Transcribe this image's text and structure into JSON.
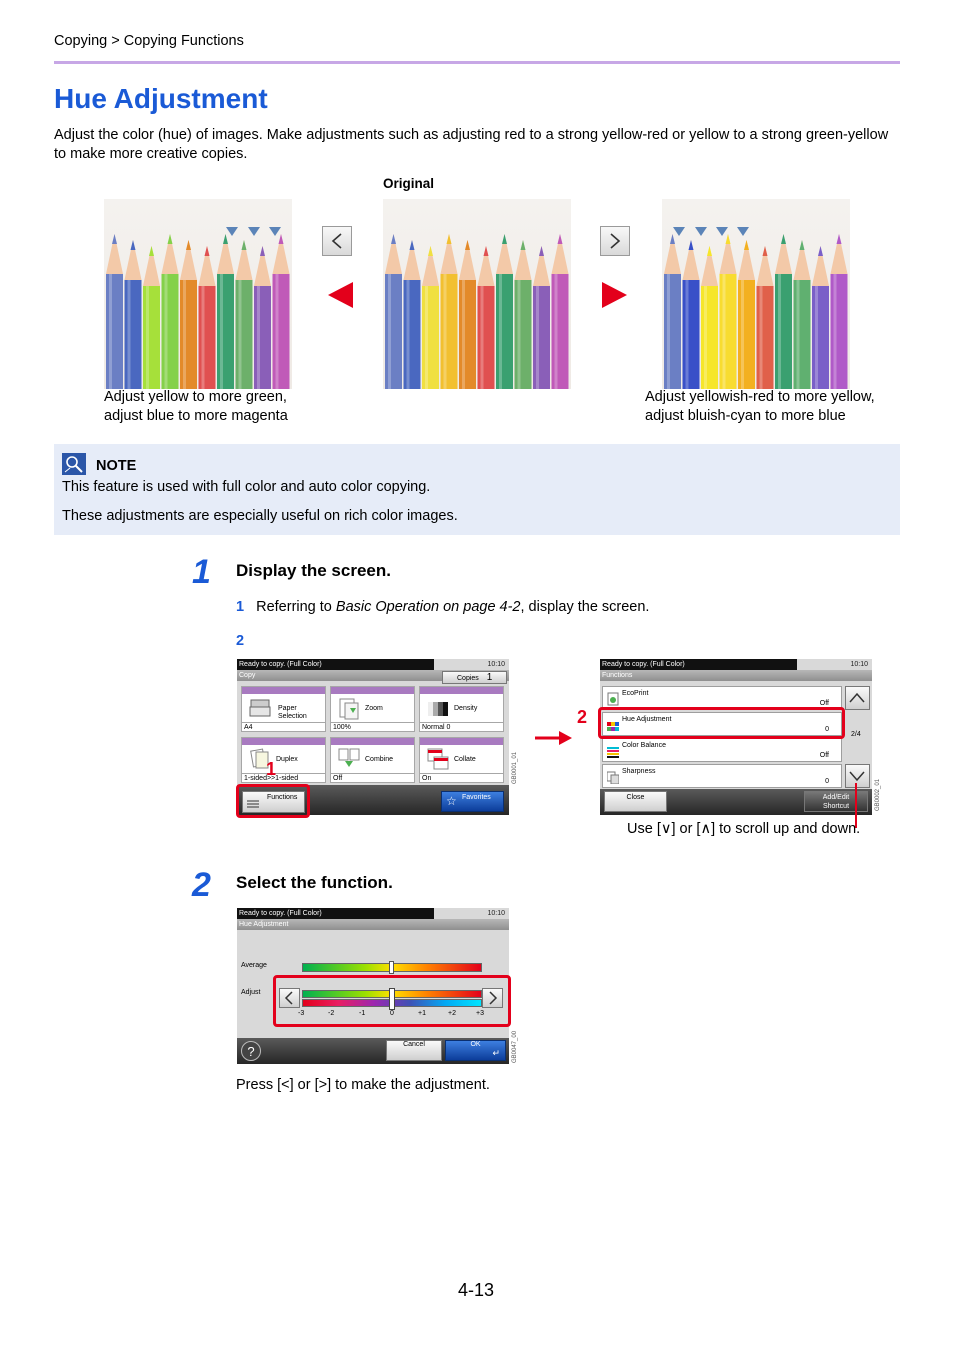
{
  "breadcrumb": "Copying > Copying Functions",
  "title": "Hue Adjustment",
  "intro": "Adjust the color (hue) of images. Make adjustments such as adjusting red to a strong yellow-red or yellow to a strong green-yellow to make more creative copies.",
  "figure": {
    "original_label": "Original",
    "left_caption_1": "Adjust yellow to more green,",
    "left_caption_2": "adjust blue to more magenta",
    "right_caption_1": "Adjust yellowish-red to more yellow,",
    "right_caption_2": "adjust bluish-cyan to more blue",
    "colors": {
      "arrow_red": "#e3001b",
      "marker_blue": "#5b84b8"
    }
  },
  "note": {
    "heading": "NOTE",
    "line1": "This feature is used with full color and auto color copying.",
    "line2": "These adjustments are especially useful on rich color images."
  },
  "step1": {
    "number": "1",
    "title": "Display the screen.",
    "sub1_num": "1",
    "sub1_pre": "Referring to ",
    "sub1_ref": "Basic Operation on page 4-2",
    "sub1_post": ", display the screen.",
    "sub2_num": "2",
    "panel_a": {
      "status": "Ready to copy. (Full Color)",
      "time": "10:10",
      "mode": "Copy",
      "copies_label": "Copies",
      "copies_value": "1",
      "tiles": [
        {
          "label": "Paper\nSelection",
          "value": "A4"
        },
        {
          "label": "Zoom",
          "value": "100%"
        },
        {
          "label": "Density",
          "value": "Normal 0"
        },
        {
          "label": "Duplex",
          "value": "1-sided>>1-sided"
        },
        {
          "label": "Combine",
          "value": "Off"
        },
        {
          "label": "Collate",
          "value": "On"
        }
      ],
      "functions_btn": "Functions",
      "favorites_btn": "Favorites",
      "code": "GB0001_01",
      "callout": "1"
    },
    "panel_b": {
      "status": "Ready to copy. (Full Color)",
      "time": "10:10",
      "mode": "Functions",
      "rows": [
        {
          "label": "EcoPrint",
          "value": "Off"
        },
        {
          "label": "Hue Adjustment",
          "value": "0"
        },
        {
          "label": "Color Balance",
          "value": "Off"
        },
        {
          "label": "Sharpness",
          "value": "0"
        }
      ],
      "page": "2/4",
      "close_btn": "Close",
      "add_btn_1": "Add/Edit",
      "add_btn_2": "Shortcut",
      "code": "GB0002_01",
      "callout": "2"
    },
    "scroll_caption": "Use [∨] or [∧] to scroll up and down."
  },
  "step2": {
    "number": "2",
    "title": "Select the function.",
    "panel": {
      "status": "Ready to copy. (Full Color)",
      "time": "10:10",
      "mode": "Hue Adjustment",
      "average_label": "Average",
      "adjust_label": "Adjust",
      "ticks": [
        "-3",
        "-2",
        "-1",
        "0",
        "+1",
        "+2",
        "+3"
      ],
      "cancel_btn": "Cancel",
      "ok_btn": "OK",
      "code": "GB0047_00",
      "adjust_value": 0
    },
    "caption": "Press [<] or [>] to make the adjustment."
  },
  "page_number": "4-13"
}
